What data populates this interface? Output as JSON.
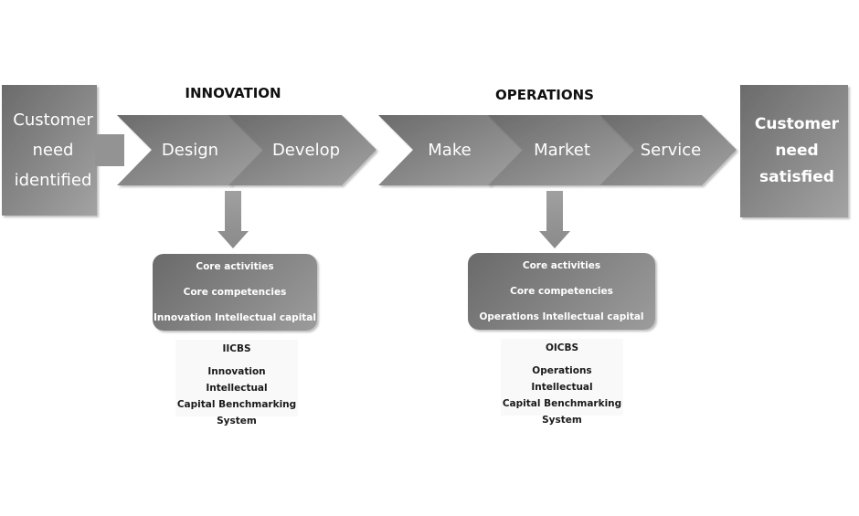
{
  "diagram": {
    "start_box": {
      "label": "Customer\nneed\nidentified"
    },
    "end_box": {
      "label": "Customer\nneed\nsatisfied"
    },
    "phase_titles": {
      "innovation": "INNOVATION",
      "operations": "OPERATIONS"
    },
    "steps": {
      "design": "Design",
      "develop": "Develop",
      "make": "Make",
      "market": "Market",
      "service": "Service"
    },
    "innovation_panel": {
      "items": [
        "Core activities",
        "Core competencies",
        "Innovation Intellectual capital"
      ]
    },
    "operations_panel": {
      "items": [
        "Core activities",
        "Core competencies",
        "Operations Intellectual capital"
      ]
    },
    "innovation_benchmark": {
      "code": "IICBS",
      "name": "Innovation Intellectual\nCapital Benchmarking\nSystem"
    },
    "operations_benchmark": {
      "code": "OICBS",
      "name": "Operations Intellectual\nCapital Benchmarking\nSystem"
    },
    "colors": {
      "shape_dark": "#6b6b6b",
      "shape_light": "#a3a3a3",
      "text_on_shape": "#ffffff",
      "title_text": "#111111"
    }
  }
}
